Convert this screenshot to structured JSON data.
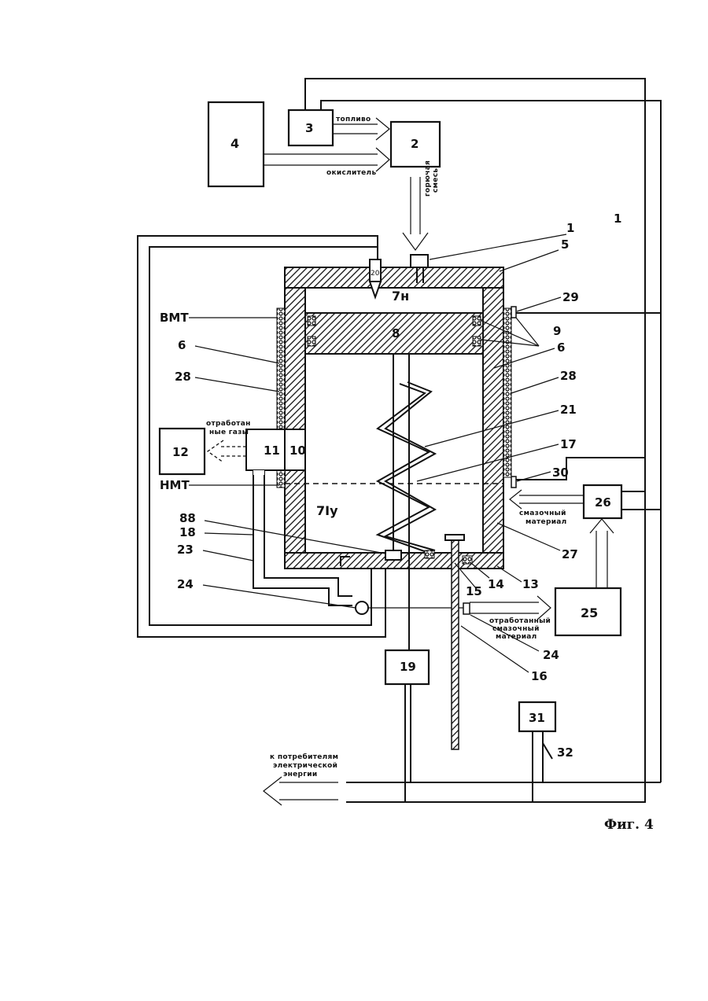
{
  "blocks": {
    "b1": "1",
    "b2": "2",
    "b3": "3",
    "b4": "4",
    "b5": "5",
    "b6": "6",
    "b8": "8",
    "b9": "9",
    "b10": "10",
    "b11": "11",
    "b12": "12",
    "b13": "13",
    "b14": "14",
    "b15": "15",
    "b16": "16",
    "b17": "17",
    "b18": "18",
    "b19": "19",
    "b20": "20",
    "b21": "21",
    "b23": "23",
    "b24": "24",
    "b25": "25",
    "b26": "26",
    "b27": "27",
    "b28": "28",
    "b29": "29",
    "b30": "30",
    "b31": "31",
    "b32": "32",
    "b88": "88",
    "b1b": "1"
  },
  "labels": {
    "fuel": "топливо",
    "oxidizer": "окислитель",
    "mixture_line1": "горючая",
    "mixture_line2": "смесь",
    "tdc": "ВМТ",
    "bdc": "НМТ",
    "exhaust_line1": "отработан",
    "exhaust_line2": "ные газы",
    "lubricant_line1": "смазочный",
    "lubricant_line2": "материал",
    "used_lub_line1": "отработанный",
    "used_lub_line2": "смазочный",
    "used_lub_line3": "материал",
    "consumers_line1": "к потребителям",
    "consumers_line2": "электрической",
    "consumers_line3": "энергии",
    "chamber_top": "7н",
    "chamber_bottom": "7Iу"
  },
  "figure_caption": "Фиг. 4"
}
